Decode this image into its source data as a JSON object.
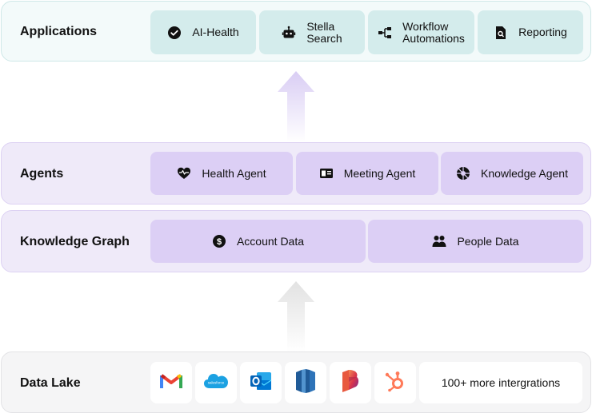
{
  "applications": {
    "title": "Applications",
    "items": [
      {
        "label": "AI-Health",
        "icon": "check-circle-icon"
      },
      {
        "label": "Stella\nSearch",
        "icon": "robot-icon"
      },
      {
        "label": "Workflow\nAutomations",
        "icon": "workflow-icon"
      },
      {
        "label": "Reporting",
        "icon": "report-icon"
      }
    ]
  },
  "agents": {
    "title": "Agents",
    "items": [
      {
        "label": "Health Agent",
        "icon": "heart-pulse-icon"
      },
      {
        "label": "Meeting Agent",
        "icon": "id-card-icon"
      },
      {
        "label": "Knowledge Agent",
        "icon": "aperture-icon"
      }
    ]
  },
  "knowledge_graph": {
    "title": "Knowledge Graph",
    "items": [
      {
        "label": "Account Data",
        "icon": "dollar-icon"
      },
      {
        "label": "People Data",
        "icon": "people-icon"
      }
    ]
  },
  "data_lake": {
    "title": "Data Lake",
    "integrations": [
      "gmail-icon",
      "salesforce-icon",
      "outlook-icon",
      "redshift-icon",
      "bigquery-icon",
      "hubspot-icon"
    ],
    "more_label": "100+ more intergrations"
  },
  "colors": {
    "apps_bg": "#f3fafa",
    "apps_card": "#d4ecec",
    "agents_bg": "#efeaf9",
    "agents_card": "#dccff5",
    "lake_bg": "#f5f5f6"
  }
}
